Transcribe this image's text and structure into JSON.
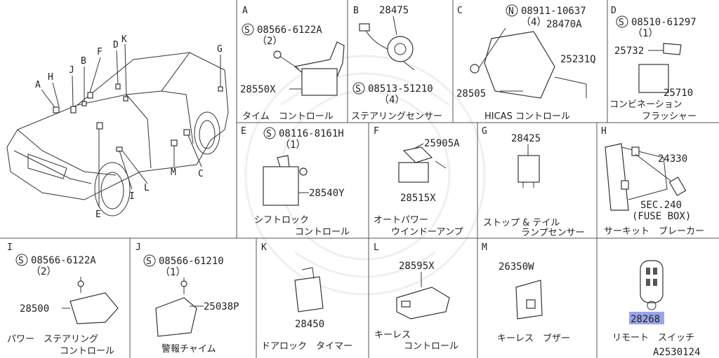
{
  "car": {
    "callouts": [
      "A",
      "B",
      "C",
      "D",
      "E",
      "F",
      "G",
      "H",
      "I",
      "J",
      "K",
      "L",
      "M"
    ]
  },
  "panels": {
    "A": {
      "letter": "A",
      "bolt": "08566-6122A",
      "bolt_qty": "（2）",
      "part": "28550X",
      "name": "タイム　コントロール"
    },
    "B": {
      "letter": "B",
      "part_top": "28475",
      "bolt": "08513-51210",
      "bolt_qty": "（4）",
      "name": "ステアリングセンサー"
    },
    "C": {
      "letter": "C",
      "nut": "08911-10637",
      "nut_qty": "（4）",
      "part1": "28470A",
      "part2": "25231Q",
      "part3": "28505",
      "name": "HICAS コントロール"
    },
    "D": {
      "letter": "D",
      "bolt": "08510-61297",
      "bolt_qty": "（1）",
      "part1": "25732",
      "part2": "25710",
      "name1": "コンビネーション",
      "name2": "フラッシャー"
    },
    "E": {
      "letter": "E",
      "bolt": "08116-8161H",
      "bolt_qty": "（1）",
      "part": "28540Y",
      "name1": "シフトロック",
      "name2": "コントロール"
    },
    "F": {
      "letter": "F",
      "part1": "25905A",
      "part2": "28515X",
      "name1": "オートパワー",
      "name2": "ウインドーアンプ"
    },
    "G": {
      "letter": "G",
      "part": "28425",
      "name1": "ストップ & テイル",
      "name2": "ランプセンサー"
    },
    "H": {
      "letter": "H",
      "part": "24330",
      "ref1": "SEC.240",
      "ref2": "(FUSE BOX)",
      "name": "サーキット　ブレーカー"
    },
    "I": {
      "letter": "I",
      "bolt": "08566-6122A",
      "bolt_qty": "（2）",
      "part": "28500",
      "name1": "パワー　ステアリング",
      "name2": "コントロール"
    },
    "J": {
      "letter": "J",
      "bolt": "08566-61210",
      "bolt_qty": "（1）",
      "part": "25038P",
      "name": "警報チャイム"
    },
    "K": {
      "letter": "K",
      "part": "28450",
      "name": "ドアロック　タイマー"
    },
    "L": {
      "letter": "L",
      "part": "28595X",
      "name1": "キーレス",
      "name2": "コントロール"
    },
    "M": {
      "letter": "M",
      "part": "26350W",
      "name": "キーレス　ブザー"
    },
    "N": {
      "part": "28268",
      "name": "リモート　スイッチ",
      "code": "A2530124"
    }
  },
  "symbols": {
    "s": "S",
    "n": "N"
  },
  "colors": {
    "highlight": "#9aa6e8",
    "line": "#333333"
  }
}
